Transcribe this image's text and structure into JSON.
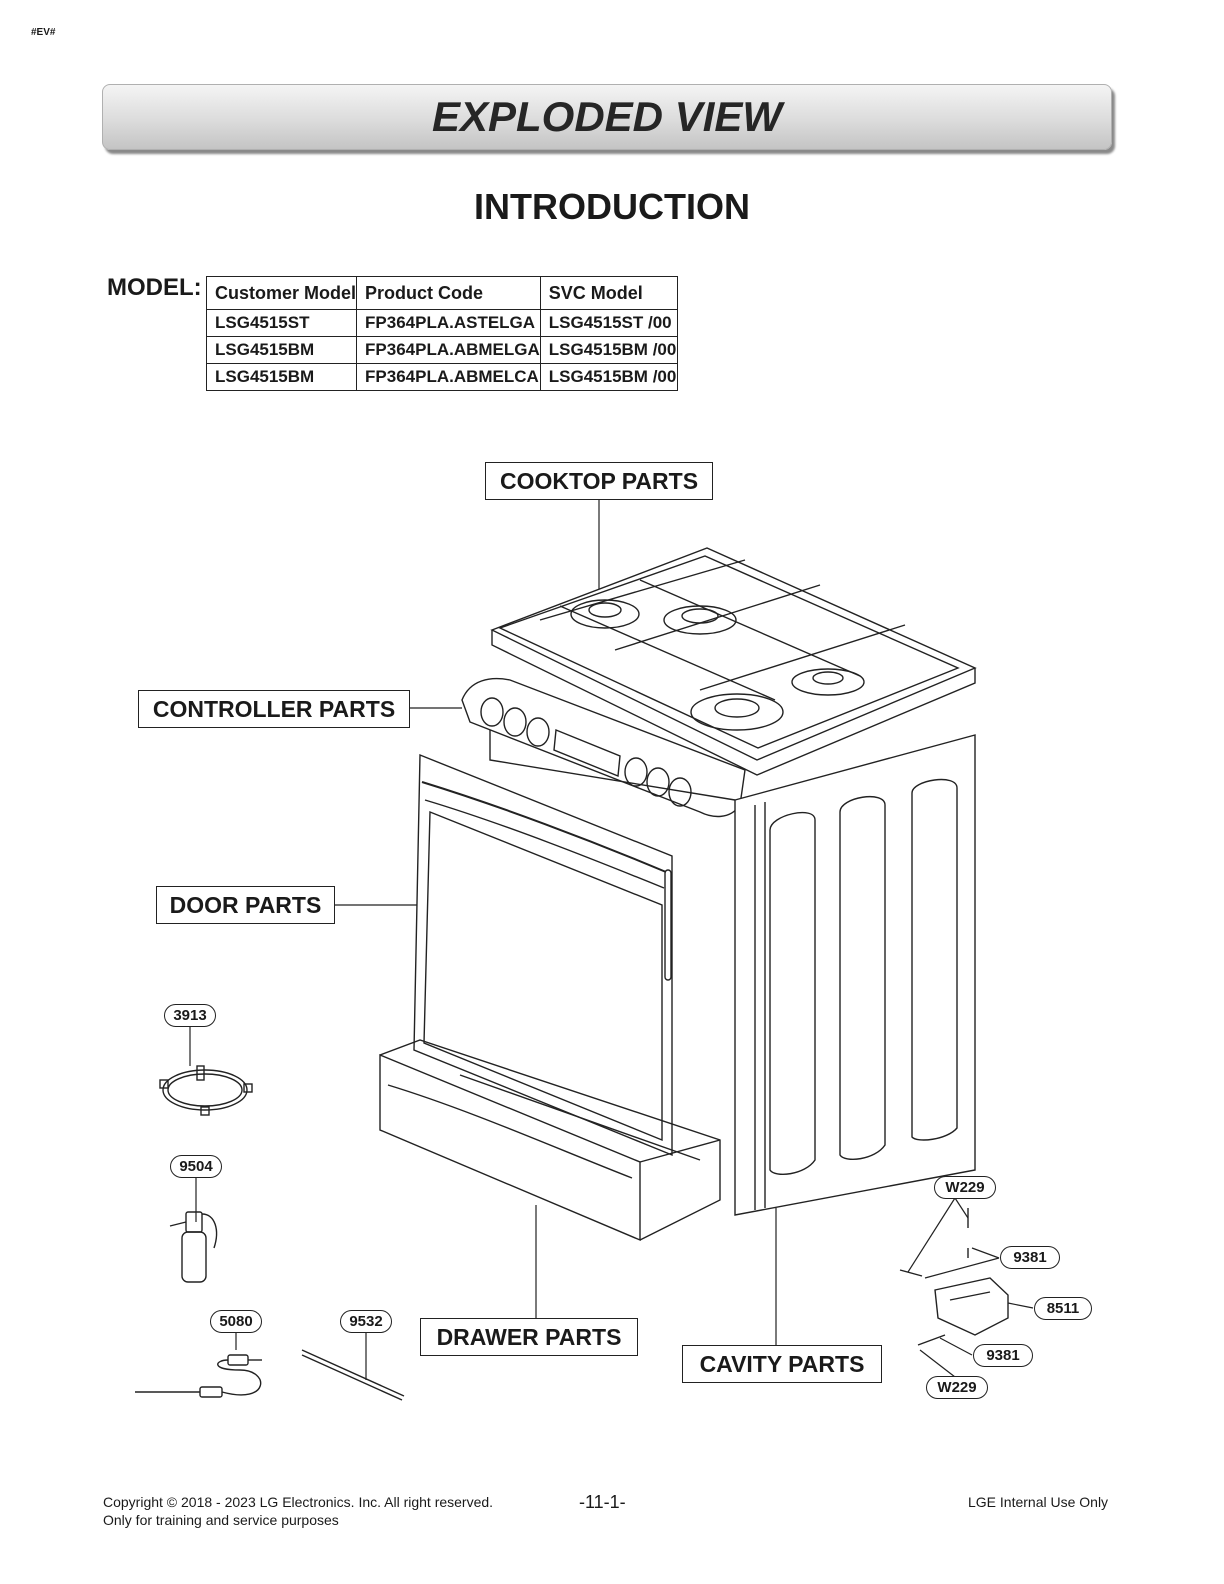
{
  "header_tag": "#EV#",
  "banner_title": "EXPLODED VIEW",
  "section_title": "INTRODUCTION",
  "model_label": "MODEL:",
  "model_table": {
    "headers": [
      "Customer Model",
      "Product Code",
      "SVC Model"
    ],
    "rows": [
      [
        "LSG4515ST",
        "FP364PLA.ASTELGA",
        "LSG4515ST /00"
      ],
      [
        "LSG4515BM",
        "FP364PLA.ABMELGA",
        "LSG4515BM /00"
      ],
      [
        "LSG4515BM",
        "FP364PLA.ABMELCA",
        "LSG4515BM /00"
      ]
    ]
  },
  "callouts": {
    "cooktop": "COOKTOP PARTS",
    "controller": "CONTROLLER PARTS",
    "door": "DOOR PARTS",
    "drawer": "DRAWER PARTS",
    "cavity": "CAVITY PARTS"
  },
  "part_labels": {
    "wok_ring": "3913",
    "spray_bottle": "9504",
    "meat_probe": "5080",
    "rod": "9532",
    "w229_top": "W229",
    "9381_top": "9381",
    "bracket": "8511",
    "9381_bottom": "9381",
    "w229_bottom": "W229"
  },
  "footer": {
    "copyright_line1": "Copyright © 2018 - 2023 LG Electronics. Inc. All right reserved.",
    "copyright_line2": "Only for training and service purposes",
    "page_number": "-11-1-",
    "internal": "LGE Internal Use Only"
  }
}
